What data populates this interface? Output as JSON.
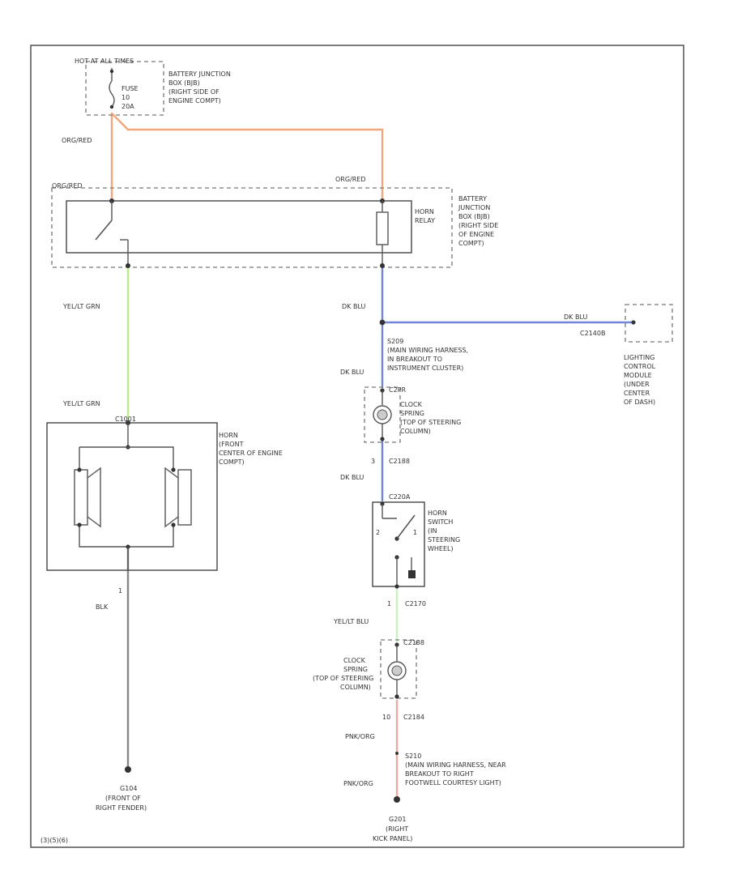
{
  "fuse": {
    "hot_label": "HOT AT ALL TIMES",
    "name": "FUSE",
    "number": "10",
    "rating": "20A",
    "location": [
      "BATTERY JUNCTION",
      "BOX (BJB)",
      "(RIGHT SIDE OF",
      "ENGINE COMPT)"
    ]
  },
  "relay": {
    "name": [
      "HORN",
      "RELAY"
    ],
    "location": [
      "BATTERY",
      "JUNCTION",
      "BOX (BJB)",
      "(RIGHT SIDE",
      "OF ENGINE",
      "COMPT)"
    ]
  },
  "wires": {
    "org_red_1": "ORG/RED",
    "org_red_2": "ORG/RED",
    "org_red_3": "ORG/RED",
    "yel_grn_1": "YEL/LT GRN",
    "yel_grn_2": "YEL/LT GRN",
    "dk_blu_1": "DK BLU",
    "dk_blu_2": "DK BLU",
    "dk_blu_3": "DK BLU",
    "dk_blu_lcm": "DK BLU",
    "blk": "BLK",
    "yel_lt_blu": "YEL/LT BLU",
    "pnk_org_1": "PNK/ORG",
    "pnk_org_2": "PNK/ORG"
  },
  "splice_s209": [
    "S209",
    "(MAIN WIRING HARNESS,",
    "IN BREAKOUT TO",
    "INSTRUMENT CLUSTER)"
  ],
  "lcm": {
    "connector": "C2140B",
    "name": [
      "LIGHTING",
      "CONTROL",
      "MODULE",
      "(UNDER",
      "CENTER",
      "OF DASH)"
    ]
  },
  "clock_spring_1": {
    "connector": "C2PR",
    "name": [
      "CLOCK",
      "SPRING",
      "(TOP OF STEERING",
      "COLUMN)"
    ],
    "pin_bottom": "3",
    "conn_bottom": "C2188"
  },
  "horn": {
    "connector": "C1001",
    "name": [
      "HORN",
      "(FRONT",
      "CENTER OF ENGINE",
      "COMPT)"
    ],
    "pin_bottom": "1"
  },
  "horn_switch": {
    "connector": "C220A",
    "pin_left": "2",
    "pin_right": "1",
    "name": [
      "HORN",
      "SWITCH",
      "(IN",
      "STEERING",
      "WHEEL)"
    ],
    "pin_bottom": "1",
    "conn_bottom": "C2170"
  },
  "clock_spring_2": {
    "connector": "C2188",
    "name": [
      "CLOCK",
      "SPRING",
      "(TOP OF STEERING",
      "COLUMN)"
    ],
    "pin_bottom": "10",
    "conn_bottom": "C2184"
  },
  "ground_left": {
    "id": "G104",
    "location": [
      "(FRONT OF",
      "RIGHT FENDER)"
    ]
  },
  "splice_s210": [
    "S210",
    "(MAIN WIRING HARNESS, NEAR",
    "BREAKOUT TO RIGHT",
    "FOOTWELL COURTESY LIGHT)"
  ],
  "ground_right": {
    "id": "G201",
    "location": [
      "(RIGHT",
      "KICK PANEL)"
    ]
  },
  "page_code": "(3)(5)(6)",
  "colors": {
    "org_red": "#f2a77c",
    "yel_grn": "#b8ef8c",
    "dk_blu": "#7186d6",
    "blk": "#888888",
    "yel_lt_blu": "#c8f0c0",
    "pnk_org": "#f0a8a0"
  }
}
